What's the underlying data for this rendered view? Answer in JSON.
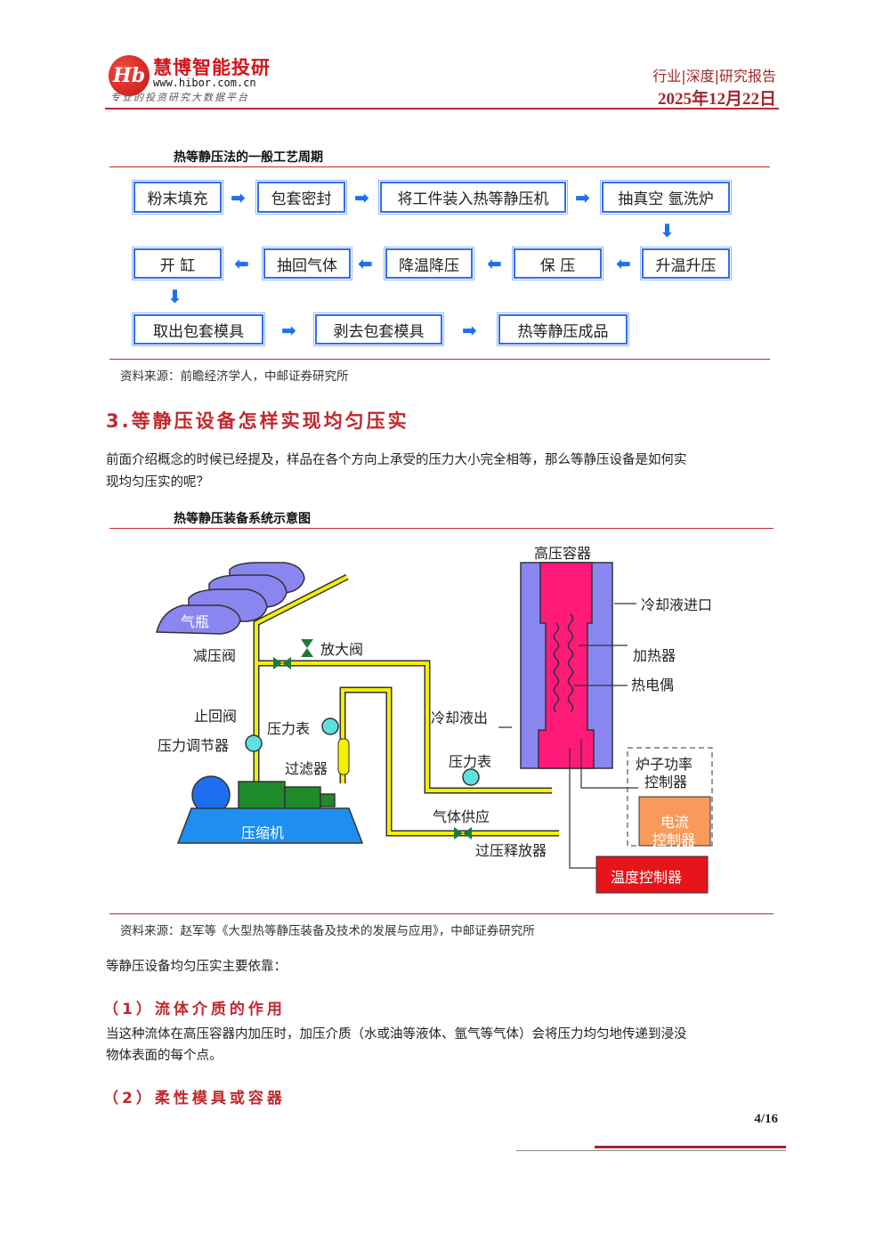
{
  "header": {
    "logo_mark": "Hb",
    "brand": "慧博智能投研",
    "url": "www.hibor.com.cn",
    "slogan": "专业的投资研究大数据平台",
    "category": "行业|深度|研究报告",
    "date": "2025年12月22日"
  },
  "figure1": {
    "title": "热等静压法的一般工艺周期",
    "steps": [
      "粉末填充",
      "包套密封",
      "将工件装入热等静压机",
      "抽真空 氩洗炉",
      "升温升压",
      "保 压",
      "降温降压",
      "抽回气体",
      "开 缸",
      "取出包套模具",
      "剥去包套模具",
      "热等静压成品"
    ],
    "source": "资料来源：前瞻经济学人，中邮证券研究所"
  },
  "section": {
    "heading": "3.等静压设备怎样实现均匀压实",
    "intro": "前面介绍概念的时候已经提及，样品在各个方向上承受的压力大小完全相等，那么等静压设备是如何实",
    "intro2": "现均匀压实的呢？"
  },
  "figure2": {
    "title": "热等静压装备系统示意图",
    "labels": {
      "vessel": "高压容器",
      "coolant_in": "冷却液进口",
      "heater": "加热器",
      "thermocouple": "热电偶",
      "coolant_out": "冷却液出",
      "gauge_right": "压力表",
      "furnace_power_1": "炉子功率",
      "furnace_power_2": "控制器",
      "current_ctrl_1": "电流",
      "current_ctrl_2": "控制器",
      "temp_ctrl": "温度控制器",
      "gas_supply": "气体供应",
      "overpressure": "过压释放器",
      "compressor": "压缩机",
      "filter": "过滤器",
      "gauge_left": "压力表",
      "regulator": "压力调节器",
      "check_valve": "止回阀",
      "reducing_valve": "减压阀",
      "release_valve": "放大阀",
      "cylinder": "气瓶"
    },
    "source": "资料来源：赵军等《大型热等静压装备及技术的发展与应用》，中邮证券研究所"
  },
  "body": {
    "lead": "等静压设备均匀压实主要依靠：",
    "sub1": "（1）流体介质的作用",
    "sub1_p1": "当这种流体在高压容器内加压时，加压介质（水或油等液体、氩气等气体）会将压力均匀地传递到浸没",
    "sub1_p2": "物体表面的每个点。",
    "sub2": "（2）柔性模具或容器"
  },
  "footer": {
    "page": "4/16"
  }
}
